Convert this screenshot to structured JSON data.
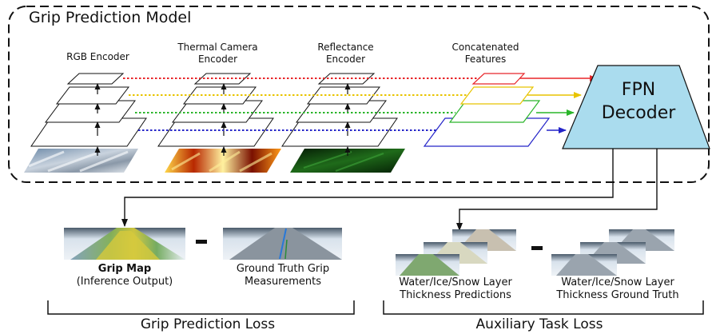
{
  "title": "Grip Prediction Model",
  "encoders": {
    "rgb": "RGB Encoder",
    "thermal_line1": "Thermal Camera",
    "thermal_line2": "Encoder",
    "reflectance_line1": "Reflectance",
    "reflectance_line2": "Encoder",
    "concat_line1": "Concatenated",
    "concat_line2": "Features"
  },
  "decoder": {
    "line1": "FPN",
    "line2": "Decoder"
  },
  "outputs": {
    "grip_map_title": "Grip Map",
    "grip_map_sub": "(Inference Output)",
    "ground_truth_line1": "Ground Truth Grip",
    "ground_truth_line2": "Measurements",
    "layer_pred_line1": "Water/Ice/Snow Layer",
    "layer_pred_line2": "Thickness Predictions",
    "layer_gt_line1": "Water/Ice/Snow Layer",
    "layer_gt_line2": "Thickness Ground Truth"
  },
  "losses": {
    "grip": "Grip Prediction Loss",
    "aux": "Auxiliary Task Loss"
  },
  "colors": {
    "level1": "#e8262a",
    "level2": "#e8c400",
    "level3": "#2ab52a",
    "level4": "#2424c8",
    "decoder_fill": "#aadcee"
  }
}
